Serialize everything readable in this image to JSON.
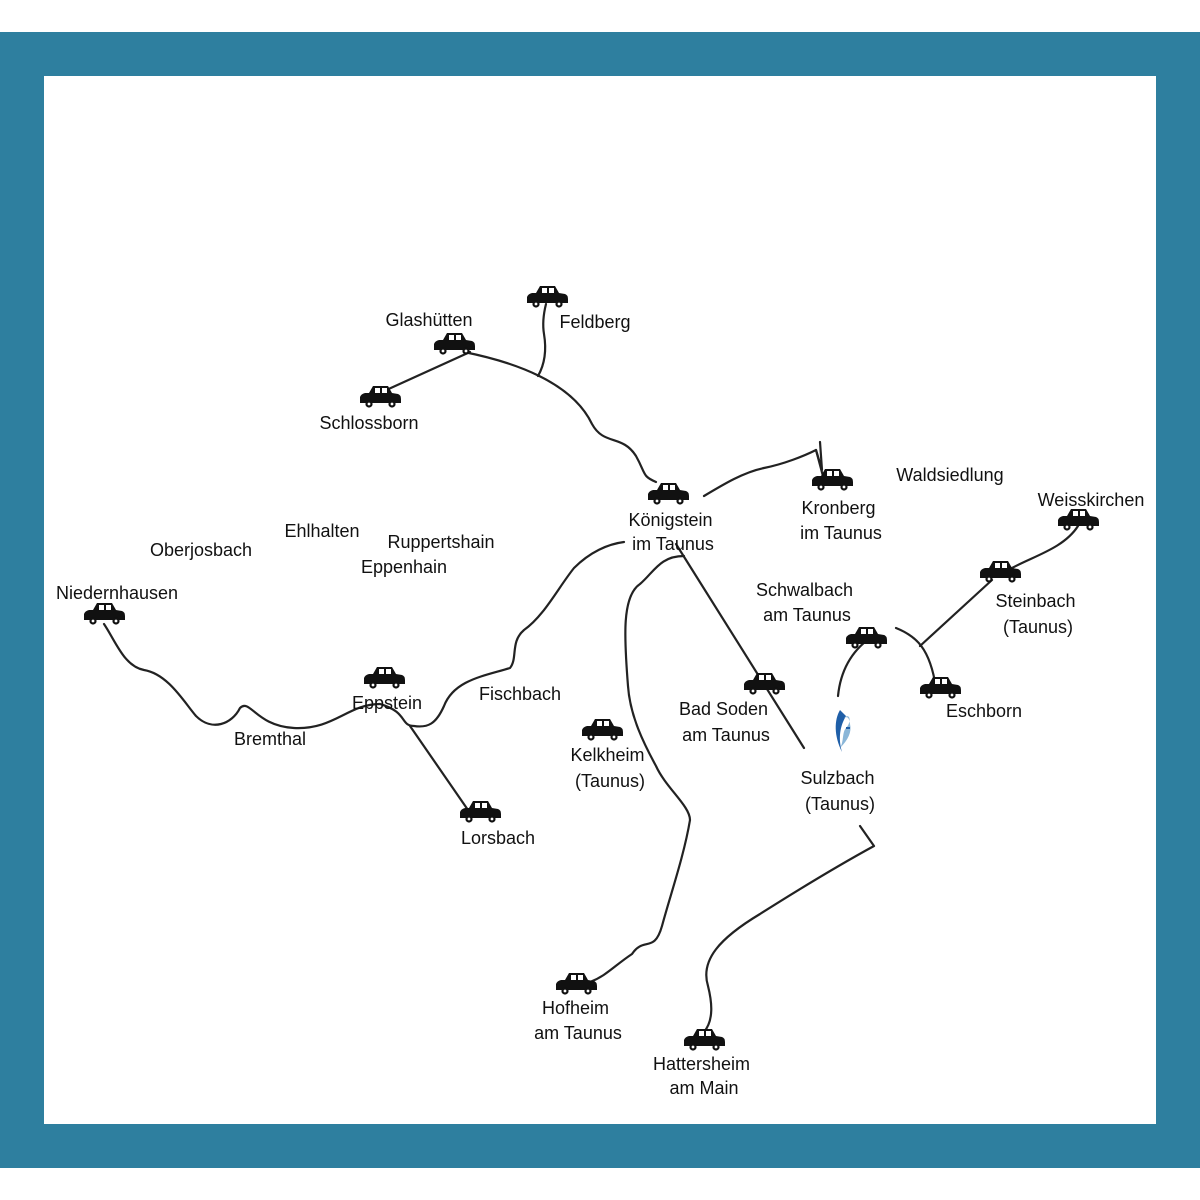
{
  "colors": {
    "frame": "#2e7f9f",
    "map_bg": "#ffffff",
    "ink": "#111111",
    "logo_blue": "#1f5fa8"
  },
  "icons": {
    "car": "car-icon",
    "logo": "sulzbach-logo-icon"
  },
  "places": {
    "glashuetten": [
      "Glashütten"
    ],
    "feldberg": [
      "Feldberg"
    ],
    "schlossborn": [
      "Schlossborn"
    ],
    "waldsiedlung": [
      "Waldsiedlung"
    ],
    "koenigstein": [
      "Königstein",
      "im Taunus"
    ],
    "kronberg": [
      "Kronberg",
      "im Taunus"
    ],
    "weisskirchen": [
      "Weisskirchen"
    ],
    "oberjosbach": [
      "Oberjosbach"
    ],
    "ehlhalten": [
      "Ehlhalten"
    ],
    "ruppertshain": [
      "Ruppertshain"
    ],
    "eppenhain": [
      "Eppenhain"
    ],
    "niedernhausen": [
      "Niedernhausen"
    ],
    "schwalbach": [
      "Schwalbach",
      "am Taunus"
    ],
    "steinbach": [
      "Steinbach",
      "(Taunus)"
    ],
    "eppstein": [
      "Eppstein"
    ],
    "fischbach": [
      "Fischbach"
    ],
    "bremthal": [
      "Bremthal"
    ],
    "bad_soden": [
      "Bad Soden",
      "am Taunus"
    ],
    "eschborn": [
      "Eschborn"
    ],
    "kelkheim": [
      "Kelkheim",
      "(Taunus)"
    ],
    "sulzbach": [
      "Sulzbach",
      "(Taunus)"
    ],
    "lorsbach": [
      "Lorsbach"
    ],
    "hofheim": [
      "Hofheim",
      "am Taunus"
    ],
    "hattersheim": [
      "Hattersheim",
      "am Main"
    ]
  }
}
